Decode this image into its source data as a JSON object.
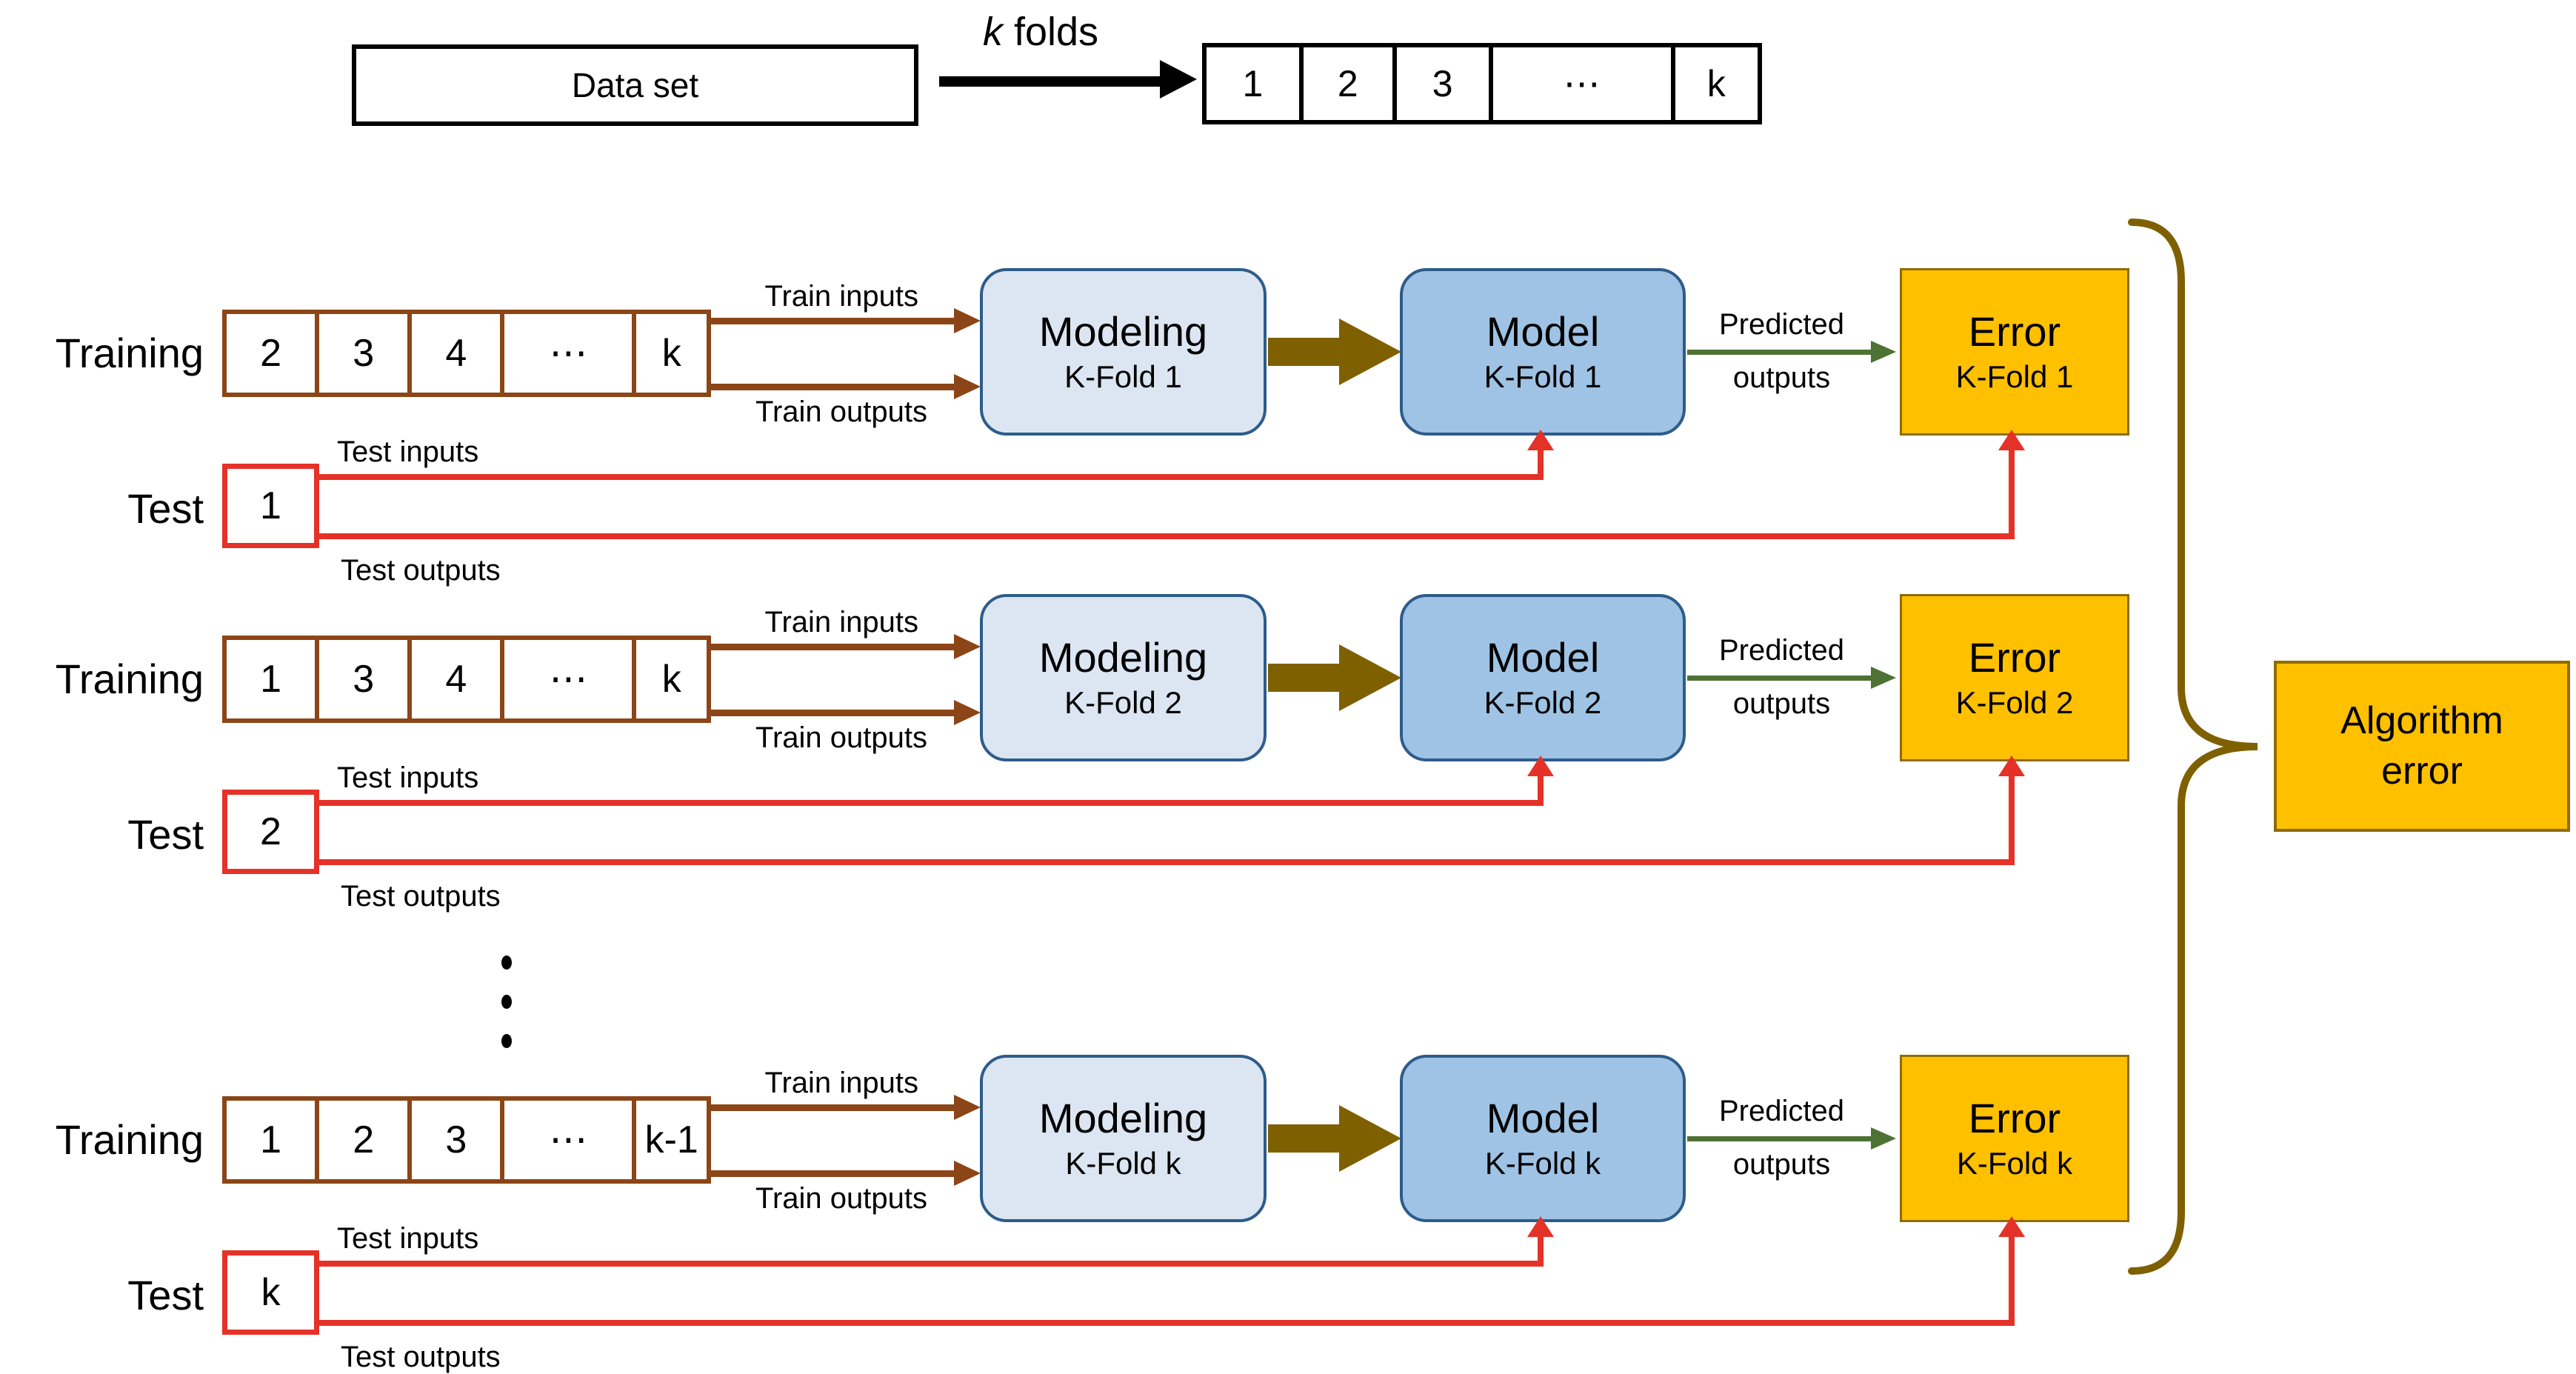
{
  "top": {
    "dataset_label": "Data set",
    "fold_arrow_label_k": "k",
    "fold_arrow_label_rest": "folds",
    "fold_cells": [
      "1",
      "2",
      "3",
      "⋯",
      "k"
    ]
  },
  "labels": {
    "train_inputs": "Train inputs",
    "train_outputs": "Train outputs",
    "test_inputs": "Test inputs",
    "test_outputs": "Test outputs",
    "predicted_line1": "Predicted",
    "predicted_line2": "outputs"
  },
  "rows": [
    {
      "training_label": "Training",
      "test_label": "Test",
      "train_cells": [
        "2",
        "3",
        "4",
        "⋯",
        "k"
      ],
      "test_cell": "1",
      "modeling_title": "Modeling",
      "model_title": "Model",
      "error_title": "Error",
      "kfold": "K-Fold 1"
    },
    {
      "training_label": "Training",
      "test_label": "Test",
      "train_cells": [
        "1",
        "3",
        "4",
        "⋯",
        "k"
      ],
      "test_cell": "2",
      "modeling_title": "Modeling",
      "model_title": "Model",
      "error_title": "Error",
      "kfold": "K-Fold 2"
    },
    {
      "training_label": "Training",
      "test_label": "Test",
      "train_cells": [
        "1",
        "2",
        "3",
        "⋯",
        "k-1"
      ],
      "test_cell": "k",
      "modeling_title": "Modeling",
      "model_title": "Model",
      "error_title": "Error",
      "kfold": "K-Fold k"
    }
  ],
  "aggregate": {
    "label_line1": "Algorithm",
    "label_line2": "error"
  },
  "colors": {
    "brown": "#8C4516",
    "red": "#E53228",
    "navy": "#2E5C8A",
    "light_blue": "#DCE6F2",
    "mid_blue": "#9FC3E4",
    "gold": "#FFC000",
    "gold_border": "#8F6C00",
    "olive": "#7F6000",
    "green": "#4E7233"
  }
}
